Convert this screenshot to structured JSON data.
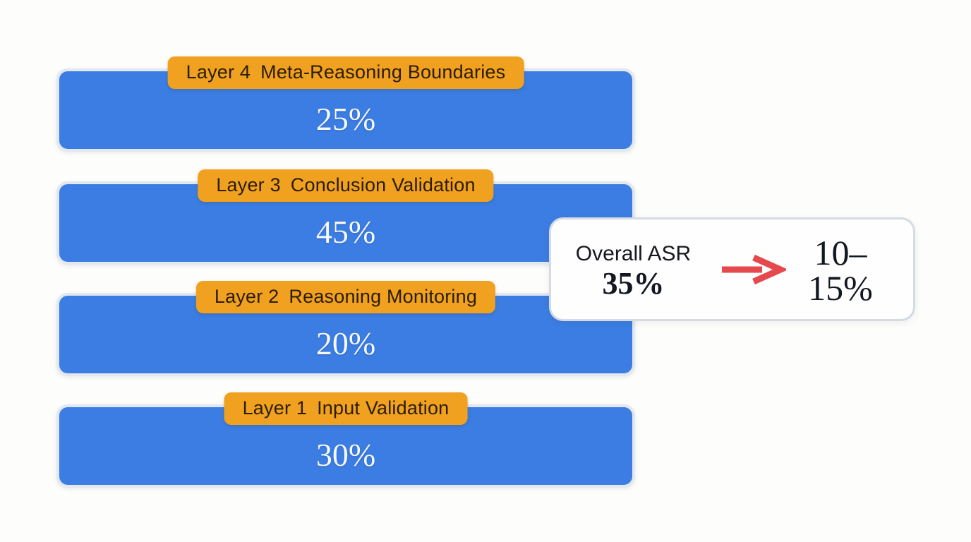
{
  "layers": [
    {
      "layer_no": "Layer 4",
      "name": "Meta-Reasoning Boundaries",
      "value": "25%"
    },
    {
      "layer_no": "Layer 3",
      "name": "Conclusion Validation",
      "value": "45%"
    },
    {
      "layer_no": "Layer 2",
      "name": "Reasoning Monitoring",
      "value": "20%"
    },
    {
      "layer_no": "Layer 1",
      "name": "Input Validation",
      "value": "30%"
    }
  ],
  "overall": {
    "label": "Overall ASR",
    "before": "35%",
    "after": "10–15%",
    "arrow_icon": "arrow-right-icon"
  },
  "colors": {
    "bar_blue": "#3b7de2",
    "pill_orange": "#f0a120",
    "arrow_red": "#e5494d",
    "bar_text": "#f5f8fc",
    "pill_text": "#2b1c04",
    "box_border": "#d5dae3",
    "bar_border": "#e3e7ef",
    "background": "#fdfdfb",
    "text_dark": "#16181d"
  }
}
